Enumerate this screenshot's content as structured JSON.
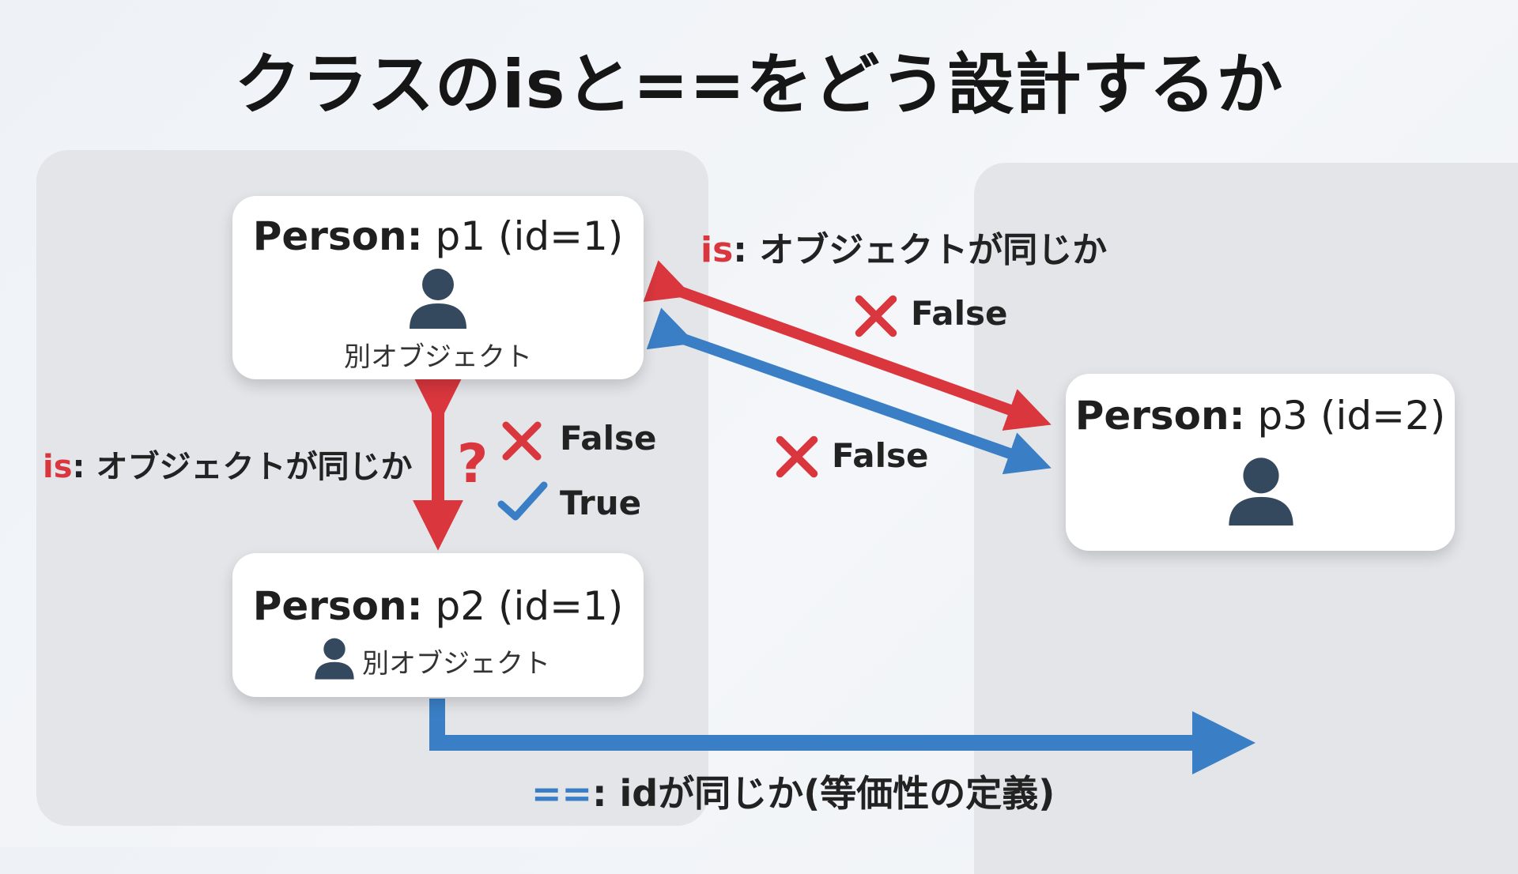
{
  "title": "クラスのisと==をどう設計するか",
  "p1": {
    "type": "Person:",
    "name": " p1 (id=1)",
    "note": "別オブジェクト"
  },
  "p2": {
    "type": "Person:",
    "name": " p2 (id=1)",
    "note": "別オブジェクト"
  },
  "p3": {
    "type": "Person:",
    "name": " p3 (id=2)"
  },
  "is_label_left": {
    "op": "is",
    "text": ": オブジェクトが同じか"
  },
  "is_label_top": {
    "op": "is",
    "text": ": オブジェクトが同じか"
  },
  "question": "?",
  "result_false_left": "False",
  "result_true_left": "True",
  "result_false_top": "False",
  "result_false_mid": "False",
  "eq_label": {
    "op": "==",
    "text": ": idが同じか(等価性の定義)"
  },
  "colors": {
    "red": "#d9363e",
    "blue": "#3a7fc6",
    "icon": "#34495e",
    "panel": "#e3e5e9"
  }
}
